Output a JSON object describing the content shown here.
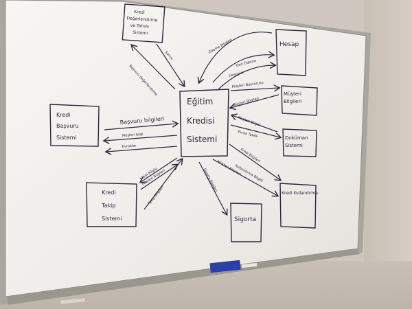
{
  "whiteboard": {
    "center_box": {
      "line1": "Eğitim",
      "line2": "Kredisi",
      "line3": "Sistemi"
    },
    "boxes": {
      "top": {
        "line1": "Kredi",
        "line2": "Değerlendirme",
        "line3": "ve Tahsis",
        "line4": "Sistemi"
      },
      "hesap": {
        "line1": "Hesap"
      },
      "musteri": {
        "line1": "Müşteri",
        "line2": "Bilgileri"
      },
      "dokuman": {
        "line1": "Doküman",
        "line2": "Sistemi"
      },
      "kredi_kullandirma": {
        "line1": "Kredi Kullandırma"
      },
      "sigorta": {
        "line1": "Sigorta"
      },
      "takip": {
        "line1": "Kredi",
        "line2": "Takip",
        "line3": "Sistemi"
      },
      "basvuru": {
        "line1": "Kredi",
        "line2": "Başvuru",
        "line3": "Sistemi"
      }
    },
    "arrow_labels": {
      "a1": "Başvuru bilgileri",
      "a2": "Müşteri bilgi",
      "a3": "Evraklar",
      "a4": "Kredi Bilgisi",
      "a5": "Müşteri Bilgileri",
      "a6": "Takip Bilgileri",
      "a7": "Sigorta Bilgileri",
      "a8": "Müşteri Bilgileri",
      "a9": "Kullandırma Bilgisi",
      "a10": "Kredi Bilgileri",
      "a11": "Evrak Talebi",
      "a12": "Müşteri Bilgisi",
      "a13": "Müşteri Bilgileri",
      "a14": "Müşteri Başvurusu",
      "a15": "Hesaplar",
      "a16": "Geri Ödeme",
      "a17": "Ödeme Bilgileri",
      "a18": "Sonuç",
      "a19": "Başvuru değerlendirme"
    }
  }
}
